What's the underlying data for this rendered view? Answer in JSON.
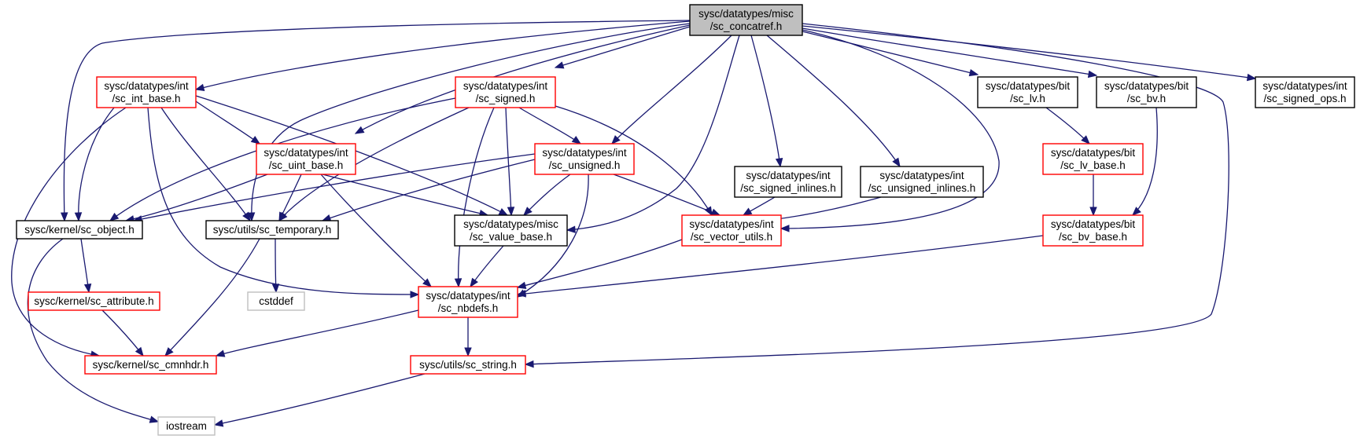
{
  "colors": {
    "edge": "#191970",
    "border_expandable": "#ff0000",
    "border_normal": "#000000",
    "border_external": "#bfbfbf",
    "root_fill": "#bfbfbf",
    "fill": "#ffffff"
  },
  "nodes": [
    {
      "id": "concatref",
      "lines": [
        "sysc/datatypes/misc",
        "/sc_concatref.h"
      ],
      "kind": "root"
    },
    {
      "id": "int_base",
      "lines": [
        "sysc/datatypes/int",
        "/sc_int_base.h"
      ],
      "kind": "expandable"
    },
    {
      "id": "signed",
      "lines": [
        "sysc/datatypes/int",
        "/sc_signed.h"
      ],
      "kind": "expandable"
    },
    {
      "id": "lv",
      "lines": [
        "sysc/datatypes/bit",
        "/sc_lv.h"
      ],
      "kind": "normal"
    },
    {
      "id": "bv",
      "lines": [
        "sysc/datatypes/bit",
        "/sc_bv.h"
      ],
      "kind": "normal"
    },
    {
      "id": "signed_ops",
      "lines": [
        "sysc/datatypes/int",
        "/sc_signed_ops.h"
      ],
      "kind": "normal"
    },
    {
      "id": "uint_base",
      "lines": [
        "sysc/datatypes/int",
        "/sc_uint_base.h"
      ],
      "kind": "expandable"
    },
    {
      "id": "unsigned",
      "lines": [
        "sysc/datatypes/int",
        "/sc_unsigned.h"
      ],
      "kind": "expandable"
    },
    {
      "id": "signed_inlines",
      "lines": [
        "sysc/datatypes/int",
        "/sc_signed_inlines.h"
      ],
      "kind": "normal"
    },
    {
      "id": "unsigned_inlines",
      "lines": [
        "sysc/datatypes/int",
        "/sc_unsigned_inlines.h"
      ],
      "kind": "normal"
    },
    {
      "id": "lv_base",
      "lines": [
        "sysc/datatypes/bit",
        "/sc_lv_base.h"
      ],
      "kind": "expandable"
    },
    {
      "id": "object",
      "lines": [
        "sysc/kernel/sc_object.h"
      ],
      "kind": "normal"
    },
    {
      "id": "temporary",
      "lines": [
        "sysc/utils/sc_temporary.h"
      ],
      "kind": "normal"
    },
    {
      "id": "value_base",
      "lines": [
        "sysc/datatypes/misc",
        "/sc_value_base.h"
      ],
      "kind": "normal"
    },
    {
      "id": "vector_utils",
      "lines": [
        "sysc/datatypes/int",
        "/sc_vector_utils.h"
      ],
      "kind": "expandable"
    },
    {
      "id": "bv_base",
      "lines": [
        "sysc/datatypes/bit",
        "/sc_bv_base.h"
      ],
      "kind": "expandable"
    },
    {
      "id": "attribute",
      "lines": [
        "sysc/kernel/sc_attribute.h"
      ],
      "kind": "expandable"
    },
    {
      "id": "cstddef",
      "lines": [
        "cstddef"
      ],
      "kind": "external"
    },
    {
      "id": "nbdefs",
      "lines": [
        "sysc/datatypes/int",
        "/sc_nbdefs.h"
      ],
      "kind": "expandable"
    },
    {
      "id": "cmnhdr",
      "lines": [
        "sysc/kernel/sc_cmnhdr.h"
      ],
      "kind": "expandable"
    },
    {
      "id": "string",
      "lines": [
        "sysc/utils/sc_string.h"
      ],
      "kind": "expandable"
    },
    {
      "id": "iostream",
      "lines": [
        "iostream"
      ],
      "kind": "external"
    }
  ],
  "edges": [
    [
      "concatref",
      "int_base"
    ],
    [
      "concatref",
      "signed"
    ],
    [
      "concatref",
      "lv"
    ],
    [
      "concatref",
      "bv"
    ],
    [
      "concatref",
      "signed_ops"
    ],
    [
      "concatref",
      "object"
    ],
    [
      "concatref",
      "temporary"
    ],
    [
      "concatref",
      "uint_base"
    ],
    [
      "concatref",
      "unsigned"
    ],
    [
      "concatref",
      "value_base"
    ],
    [
      "concatref",
      "signed_inlines"
    ],
    [
      "concatref",
      "unsigned_inlines"
    ],
    [
      "concatref",
      "vector_utils"
    ],
    [
      "concatref",
      "string"
    ],
    [
      "int_base",
      "object"
    ],
    [
      "int_base",
      "uint_base"
    ],
    [
      "int_base",
      "temporary"
    ],
    [
      "int_base",
      "value_base"
    ],
    [
      "int_base",
      "nbdefs"
    ],
    [
      "int_base",
      "cmnhdr"
    ],
    [
      "signed",
      "object"
    ],
    [
      "signed",
      "temporary"
    ],
    [
      "signed",
      "unsigned"
    ],
    [
      "signed",
      "value_base"
    ],
    [
      "signed",
      "nbdefs"
    ],
    [
      "signed",
      "vector_utils"
    ],
    [
      "uint_base",
      "object"
    ],
    [
      "uint_base",
      "temporary"
    ],
    [
      "uint_base",
      "value_base"
    ],
    [
      "uint_base",
      "nbdefs"
    ],
    [
      "unsigned",
      "object"
    ],
    [
      "unsigned",
      "temporary"
    ],
    [
      "unsigned",
      "value_base"
    ],
    [
      "unsigned",
      "nbdefs"
    ],
    [
      "unsigned",
      "vector_utils"
    ],
    [
      "signed_inlines",
      "vector_utils"
    ],
    [
      "unsigned_inlines",
      "vector_utils"
    ],
    [
      "lv",
      "lv_base"
    ],
    [
      "lv_base",
      "bv_base"
    ],
    [
      "bv",
      "bv_base"
    ],
    [
      "object",
      "attribute"
    ],
    [
      "object",
      "iostream"
    ],
    [
      "attribute",
      "cmnhdr"
    ],
    [
      "temporary",
      "cstddef"
    ],
    [
      "temporary",
      "cmnhdr"
    ],
    [
      "value_base",
      "nbdefs"
    ],
    [
      "vector_utils",
      "nbdefs"
    ],
    [
      "bv_base",
      "nbdefs"
    ],
    [
      "nbdefs",
      "cmnhdr"
    ],
    [
      "nbdefs",
      "string"
    ],
    [
      "string",
      "iostream"
    ]
  ]
}
